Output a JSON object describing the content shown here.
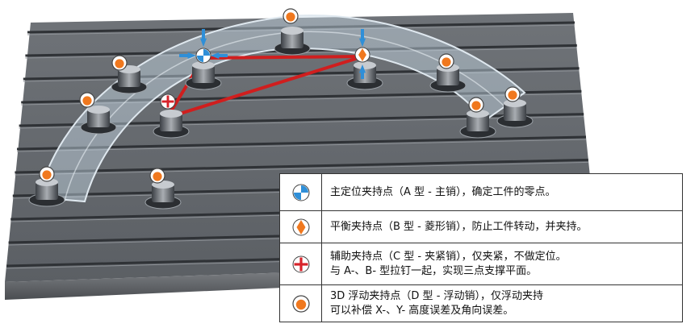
{
  "legend": {
    "rows": [
      {
        "icon": "type-a-main-pin-icon",
        "lines": [
          "主定位夹持点（A 型 - 主销），确定工件的零点。"
        ]
      },
      {
        "icon": "type-b-diamond-pin-icon",
        "lines": [
          "平衡夹持点（B 型 - 菱形销），防止工件转动，并夹持。"
        ]
      },
      {
        "icon": "type-c-clamp-pin-icon",
        "lines": [
          "辅助夹持点（C 型 - 夹紧销），仅夹紧，不做定位。",
          "与 A-、B- 型拉钉一起，实现三点支撑平面。"
        ]
      },
      {
        "icon": "type-d-floating-pin-icon",
        "lines": [
          "3D 浮动夹持点（D 型 - 浮动销），仅浮动夹持",
          "可以补偿 X-、Y- 高度误差及角向误差。"
        ]
      }
    ]
  },
  "colors": {
    "blue": "#2f8fd8",
    "orange": "#f0781e",
    "red": "#d8232a",
    "triangle": "#d01e1e"
  }
}
